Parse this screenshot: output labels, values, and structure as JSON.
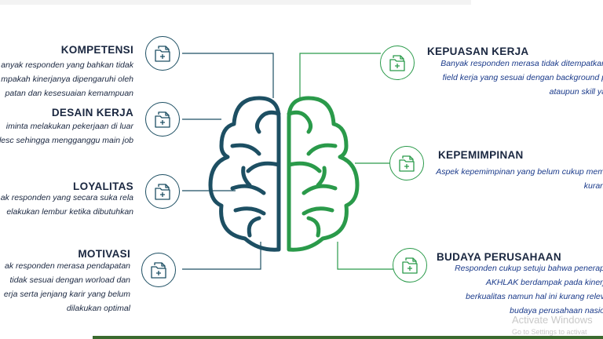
{
  "left": [
    {
      "title": "KOMPETENSI",
      "lines": [
        "anyak responden yang bahkan tidak",
        "mpakah kinerjanya dipengaruhi oleh",
        "patan dan kesesuaian kemampuan"
      ]
    },
    {
      "title": "DESAIN KERJA",
      "lines": [
        "iminta melakukan pekerjaan di luar",
        "desc sehingga mengganggu main job"
      ]
    },
    {
      "title": "LOYALITAS",
      "lines": [
        "ak responden yang secara suka rela",
        "elakukan lembur ketika dibutuhkan"
      ]
    },
    {
      "title": "MOTIVASI",
      "lines": [
        "ak responden merasa pendapatan",
        "tidak sesuai dengan worload dan",
        "erja serta jenjang karir yang belum",
        "dilakukan optimal"
      ]
    }
  ],
  "right": [
    {
      "title": "KEPUASAN KERJA",
      "lines": [
        "Banyak responden merasa tidak ditempatkan",
        "field kerja yang sesuai dengan background p",
        "ataupun skill ya"
      ]
    },
    {
      "title": "KEPEMIMPINAN",
      "lines": [
        "Aspek kepemimpinan yang belum cukup mem",
        "kuran"
      ]
    },
    {
      "title": "BUDAYA PERUSAHAAN",
      "lines": [
        "Responden cukup setuju bahwa penerap",
        "AKHLAK berdampak pada kinerj",
        "berkualitas namun hal ini kurang relev",
        "budaya perusahaan nasio"
      ]
    }
  ],
  "icons": {
    "name": "file-add-icon"
  },
  "colors": {
    "left_brain": "#1d4f63",
    "right_brain": "#2a9a4a",
    "title": "#1a2740",
    "right_desc": "#1a3a8a"
  },
  "watermark": {
    "line1": "Activate Windows",
    "line2": "Go to Settings to activat"
  }
}
